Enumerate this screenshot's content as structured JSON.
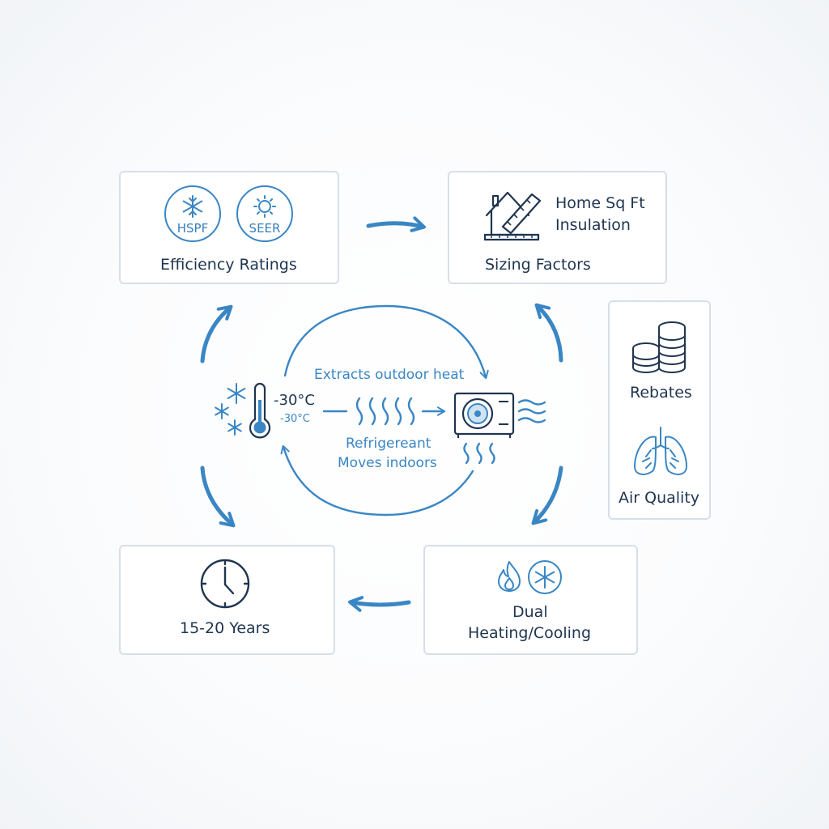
{
  "cards": {
    "efficiency": {
      "title": "Efficiency Ratings",
      "badge_left": "HSPF",
      "badge_right": "SEER"
    },
    "sizing": {
      "title": "Sizing Factors",
      "line1": "Home Sq Ft",
      "line2": "Insulation"
    },
    "side": {
      "rebates": "Rebates",
      "air_quality": "Air Quality"
    },
    "lifespan": {
      "title": "15-20 Years"
    },
    "dual": {
      "line1": "Dual",
      "line2": "Heating/Cooling"
    }
  },
  "center": {
    "extracts": "Extracts outdoor heat",
    "refrigerant": "Refrigereant",
    "moves": "Moves indoors",
    "temp_big": "-30°C",
    "temp_small": "-30°C"
  },
  "colors": {
    "accent": "#3a86c4",
    "dark": "#1f3550",
    "border": "#d6dfe8"
  },
  "icons": {
    "snowflake": "snowflake-icon",
    "sun": "sun-icon",
    "house_ruler": "house-ruler-icon",
    "coins": "coins-icon",
    "lungs": "lungs-icon",
    "clock": "clock-icon",
    "flame": "flame-icon",
    "thermometer": "thermometer-icon",
    "heat_pump": "heat-pump-unit-icon"
  }
}
